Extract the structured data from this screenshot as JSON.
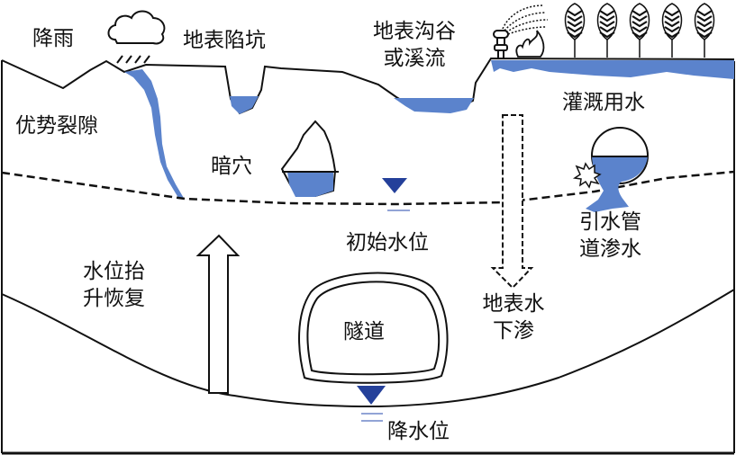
{
  "diagram": {
    "type": "hydrogeological-cross-section",
    "colors": {
      "water": "#5b83cc",
      "water_level_marker": "#24409a",
      "water_level_line": "#6f86c8",
      "outline": "#111111"
    },
    "labels": {
      "rainfall": "降雨",
      "surface_sinkhole": "地表陷坑",
      "surface_gully_line1": "地表沟谷",
      "surface_gully_line2": "或溪流",
      "preferential_fracture": "优势裂隙",
      "hidden_cave": "暗穴",
      "irrigation_water": "灌溉用水",
      "initial_water_level": "初始水位",
      "pipe_leak_line1": "引水管",
      "pipe_leak_line2": "道渗水",
      "level_recovery_line1": "水位抬",
      "level_recovery_line2": "升恢复",
      "tunnel": "隧道",
      "surface_infiltration_line1": "地表水",
      "surface_infiltration_line2": "下渗",
      "lowered_water_level": "降水位"
    },
    "icons": [
      "cloud-rain-icon",
      "sprinkler-icon",
      "flame-icon",
      "tree-icon",
      "water-level-marker-icon",
      "up-arrow-icon",
      "down-dashed-arrow-icon",
      "leak-burst-icon"
    ],
    "tree_count": 5
  }
}
